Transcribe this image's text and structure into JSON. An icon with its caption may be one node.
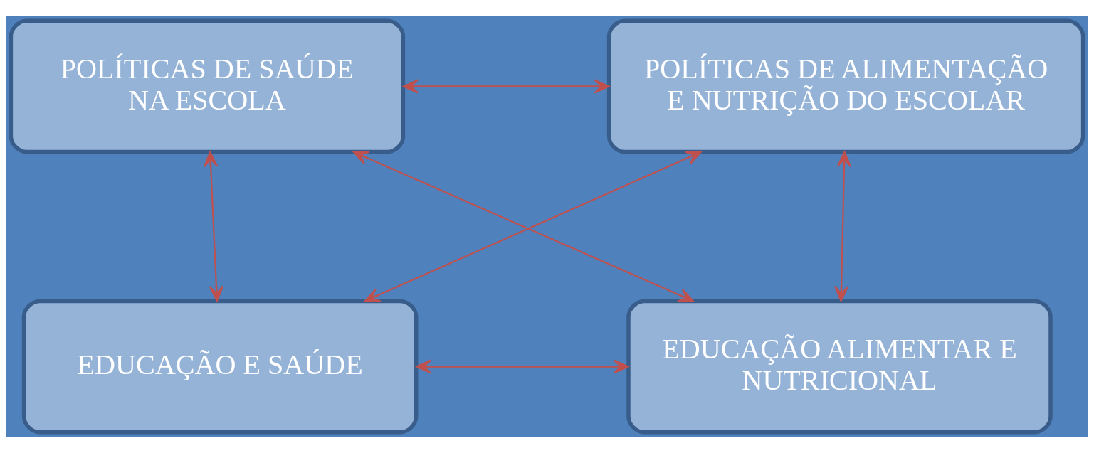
{
  "diagram": {
    "nodes": [
      {
        "text": [
          "POLÍTICAS DE SAÚDE NA ESCOLA"
        ]
      },
      {
        "text": [
          "POLÍTICAS DE ALIMENTAÇÃO E NUTRIÇÃO DO ESCOLAR"
        ]
      },
      {
        "text": [
          "EDUCAÇÃO E SAÚDE"
        ]
      },
      {
        "text": [
          "EDUCAÇÃO ALIMENTAR E NUTRICIONAL"
        ]
      }
    ],
    "edges": [
      {
        "from": 0,
        "to": 1,
        "arrow": "both"
      },
      {
        "from": 0,
        "to": 2,
        "arrow": "both"
      },
      {
        "from": 0,
        "to": 3,
        "arrow": "both"
      },
      {
        "from": 1,
        "to": 2,
        "arrow": "both"
      },
      {
        "from": 1,
        "to": 3,
        "arrow": "both"
      },
      {
        "from": 2,
        "to": 3,
        "arrow": "both"
      }
    ]
  }
}
